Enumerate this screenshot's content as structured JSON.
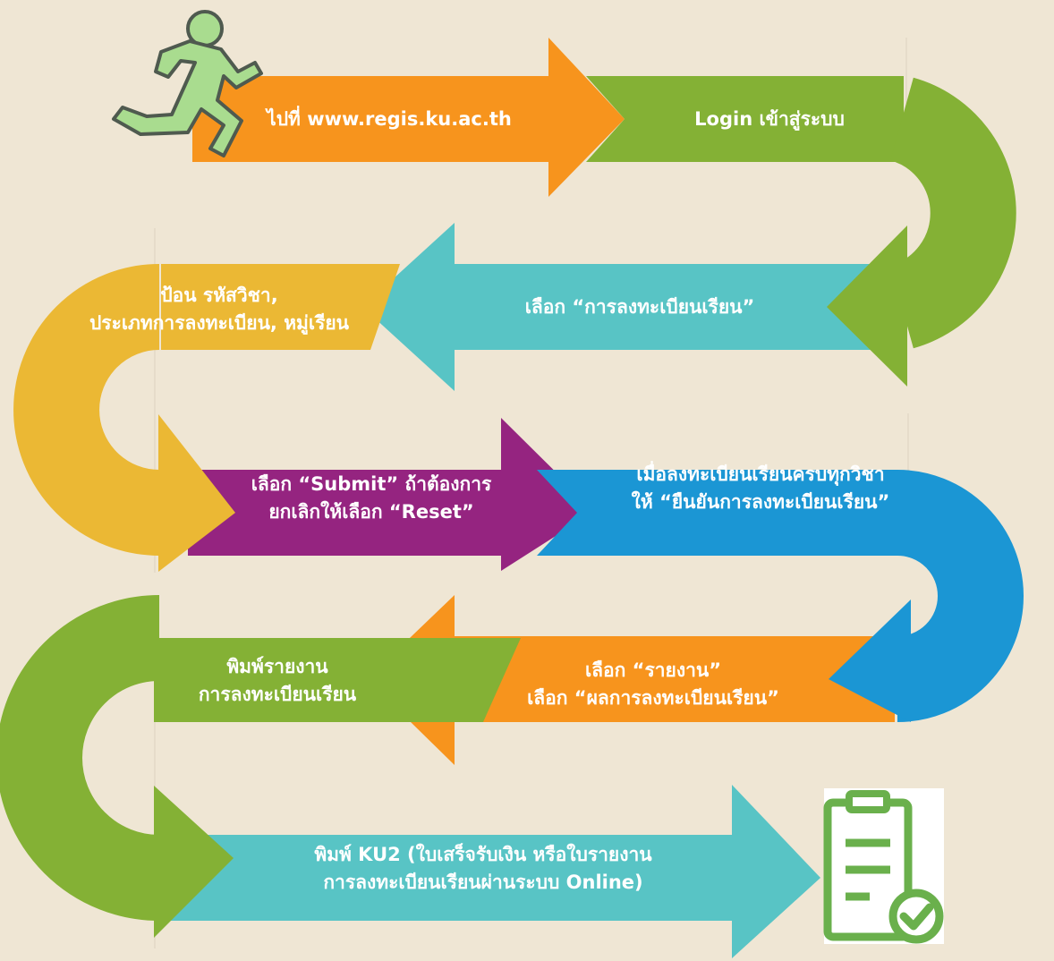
{
  "colors": {
    "background": "#efe6d4",
    "orange": "#f7941d",
    "green": "#84b135",
    "teal": "#58c4c5",
    "gold": "#ebb834",
    "purple": "#952480",
    "blue": "#1b96d4",
    "icon_green": "#6ab04c",
    "text": "#ffffff"
  },
  "icons": {
    "start": "running-man-icon",
    "end": "clipboard-check-icon"
  },
  "steps": [
    {
      "lines": [
        "ไปที่ www.regis.ku.ac.th"
      ]
    },
    {
      "lines": [
        "Login เข้าสู่ระบบ"
      ]
    },
    {
      "lines": [
        "เลือก “การลงทะเบียนเรียน”"
      ]
    },
    {
      "lines": [
        "ป้อน รหัสวิชา,",
        "ประเภทการลงทะเบียน, หมู่เรียน"
      ]
    },
    {
      "lines": [
        "เลือก “Submit” ถ้าต้องการ",
        "ยกเลิกให้เลือก “Reset”"
      ]
    },
    {
      "lines": [
        "เมื่อลงทะเบียนเรียนครบทุกวิชา",
        "ให้ “ยืนยันการลงทะเบียนเรียน”"
      ]
    },
    {
      "lines": [
        "เลือก “รายงาน”",
        "เลือก “ผลการลงทะเบียนเรียน”"
      ]
    },
    {
      "lines": [
        "พิมพ์รายงาน",
        "การลงทะเบียนเรียน"
      ]
    },
    {
      "lines": [
        "พิมพ์ KU2 (ใบเสร็จรับเงิน หรือใบรายงาน",
        "การลงทะเบียนเรียนผ่านระบบ Online)"
      ]
    }
  ]
}
